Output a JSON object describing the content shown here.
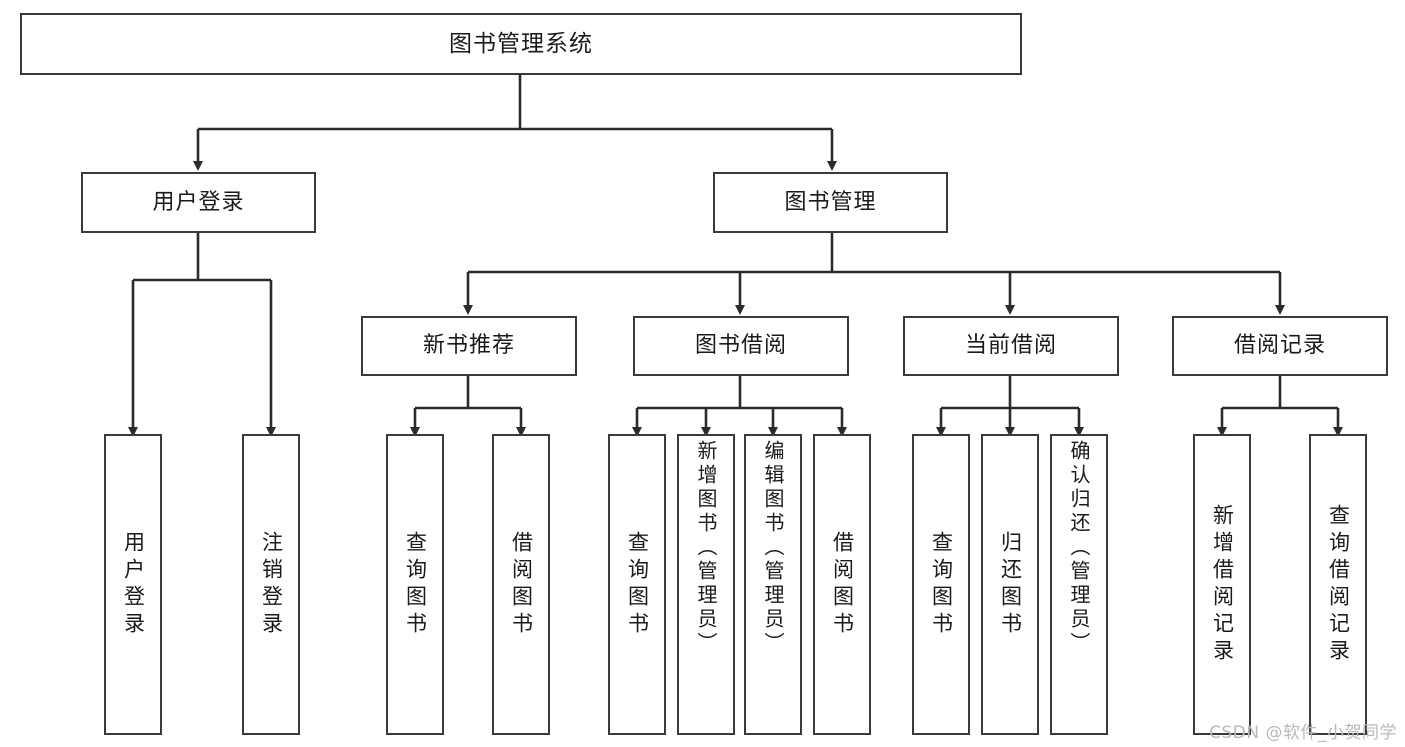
{
  "diagram": {
    "title": "图书管理系统",
    "watermark": "CSDN @软件_小贺同学",
    "edge_color": "#2b2b2b",
    "box_border_color": "#3a3a3a",
    "box_fill_color": "#ffffff",
    "text_color": "#1a1a1a"
  },
  "nodes": {
    "root": {
      "label": "图书管理系统"
    },
    "level1": [
      {
        "label": "用户登录"
      },
      {
        "label": "图书管理"
      }
    ],
    "level2": [
      {
        "label": "新书推荐"
      },
      {
        "label": "图书借阅"
      },
      {
        "label": "当前借阅"
      },
      {
        "label": "借阅记录"
      }
    ],
    "leaves": {
      "user_login": [
        {
          "label": "用户登录"
        },
        {
          "label": "注销登录"
        }
      ],
      "new_book_rec": [
        {
          "label": "查询图书"
        },
        {
          "label": "借阅图书"
        }
      ],
      "book_borrow": [
        {
          "label": "查询图书"
        },
        {
          "label": "新增图书（管理员）"
        },
        {
          "label": "编辑图书（管理员）"
        },
        {
          "label": "借阅图书"
        }
      ],
      "current_borrow": [
        {
          "label": "查询图书"
        },
        {
          "label": "归还图书"
        },
        {
          "label": "确认归还（管理员）"
        }
      ],
      "borrow_record": [
        {
          "label": "新增借阅记录"
        },
        {
          "label": "查询借阅记录"
        }
      ]
    }
  }
}
